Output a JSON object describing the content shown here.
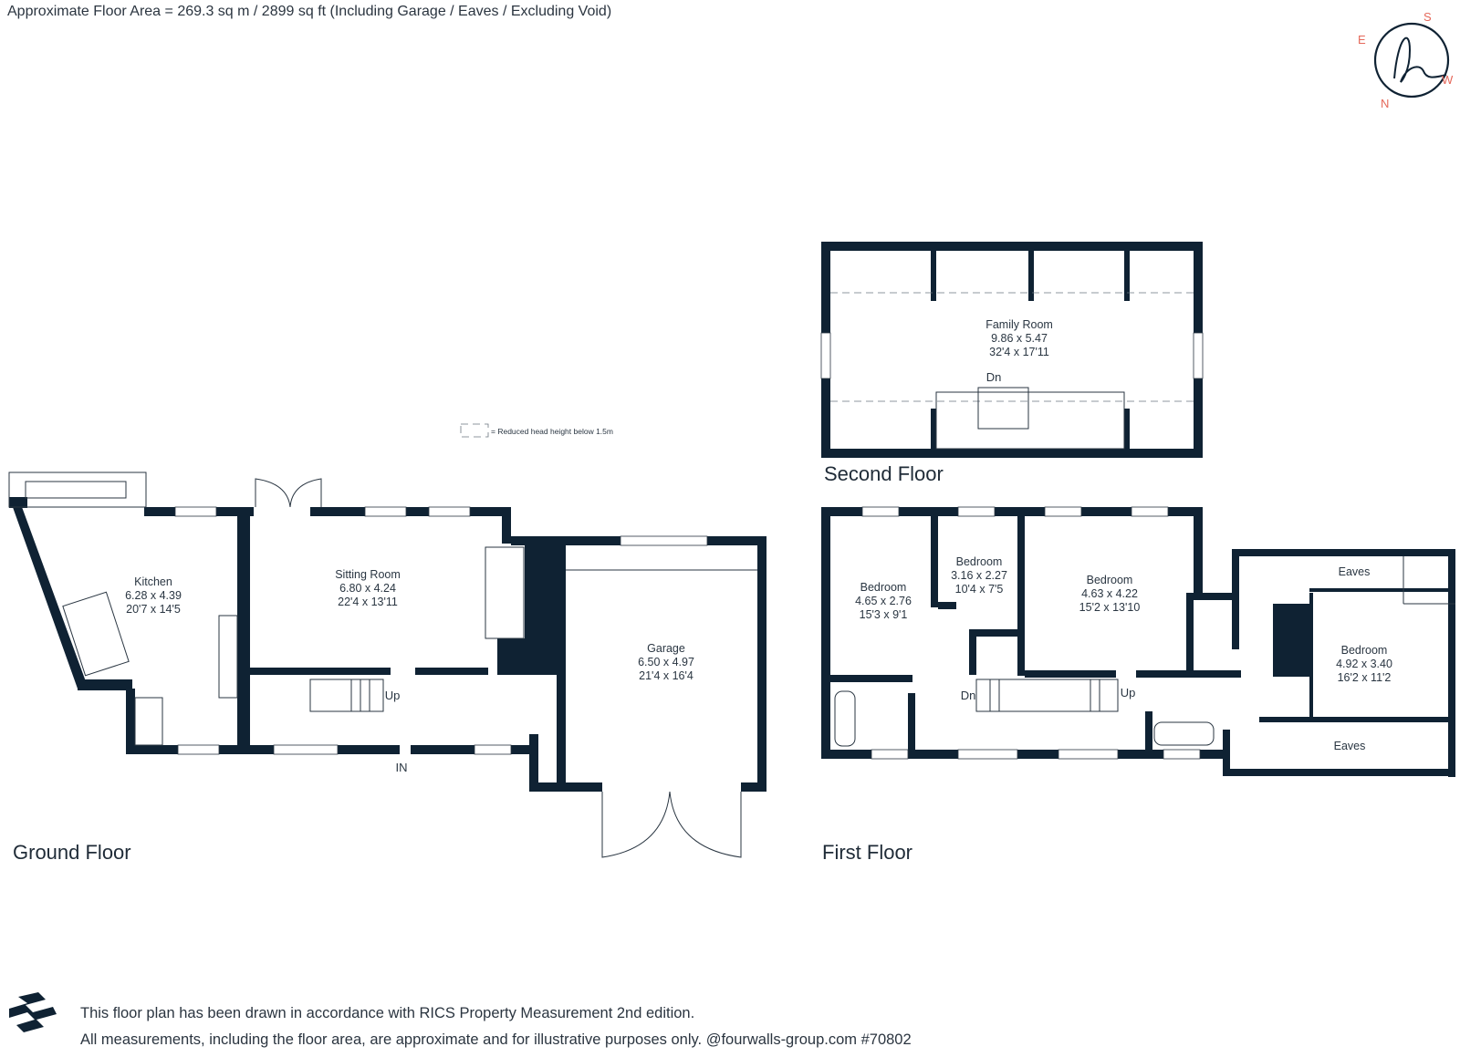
{
  "header": {
    "area_text": "Approximate Floor Area = 269.3 sq m / 2899 sq ft (Including Garage / Eaves / Excluding Void)"
  },
  "legend": {
    "reduced_head_height": "= Reduced head height below 1.5m"
  },
  "compass": {
    "north": "N",
    "south": "S",
    "east": "E",
    "west": "W",
    "accent_color": "#e5685a"
  },
  "floors": {
    "ground": "Ground Floor",
    "first": "First Floor",
    "second": "Second Floor"
  },
  "rooms": {
    "kitchen": {
      "name": "Kitchen",
      "metric": "6.28 x 4.39",
      "imperial": "20'7 x 14'5"
    },
    "sitting": {
      "name": "Sitting Room",
      "metric": "6.80 x 4.24",
      "imperial": "22'4 x 13'11"
    },
    "garage": {
      "name": "Garage",
      "metric": "6.50 x 4.97",
      "imperial": "21'4 x 16'4"
    },
    "family": {
      "name": "Family Room",
      "metric": "9.86 x 5.47",
      "imperial": "32'4 x 17'11"
    },
    "bed1": {
      "name": "Bedroom",
      "metric": "4.65 x 2.76",
      "imperial": "15'3 x 9'1"
    },
    "bed2": {
      "name": "Bedroom",
      "metric": "3.16 x 2.27",
      "imperial": "10'4 x 7'5"
    },
    "bed3": {
      "name": "Bedroom",
      "metric": "4.63 x 4.22",
      "imperial": "15'2 x 13'10"
    },
    "bed4": {
      "name": "Bedroom",
      "metric": "4.92 x 3.40",
      "imperial": "16'2 x 11'2"
    },
    "eaves_top": {
      "name": "Eaves"
    },
    "eaves_bottom": {
      "name": "Eaves"
    }
  },
  "markers": {
    "up": "Up",
    "dn": "Dn",
    "entrance": "IN"
  },
  "footer": {
    "line1": "This floor plan has been drawn in accordance with RICS Property Measurement 2nd edition.",
    "line2": "All measurements, including the floor area, are approximate and for illustrative purposes only. @fourwalls-group.com #70802"
  },
  "colors": {
    "wall": "#0f2233",
    "text": "#2a3642"
  }
}
